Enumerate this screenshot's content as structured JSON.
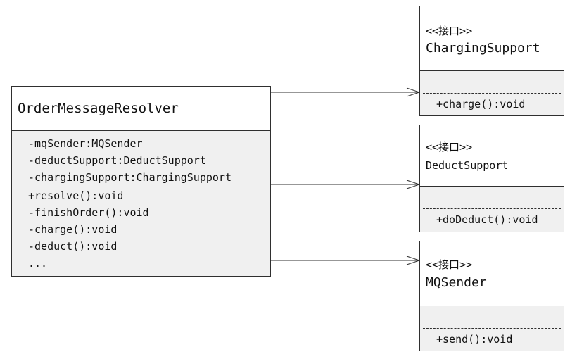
{
  "diagram": {
    "main_class": {
      "name": "OrderMessageResolver",
      "attributes": [
        "-mqSender:MQSender",
        "-deductSupport:DeductSupport",
        "-chargingSupport:ChargingSupport"
      ],
      "methods": [
        "+resolve():void",
        "-finishOrder():void",
        "-charge():void",
        "-deduct():void",
        "..."
      ]
    },
    "interfaces": [
      {
        "stereotype": "<<接口>>",
        "name": "ChargingSupport",
        "methods": [
          "+charge():void"
        ]
      },
      {
        "stereotype": "<<接口>>",
        "name": "DeductSupport",
        "methods": [
          "+doDeduct():void"
        ]
      },
      {
        "stereotype": "<<接口>>",
        "name": "MQSender",
        "methods": [
          "+send():void"
        ]
      }
    ]
  }
}
